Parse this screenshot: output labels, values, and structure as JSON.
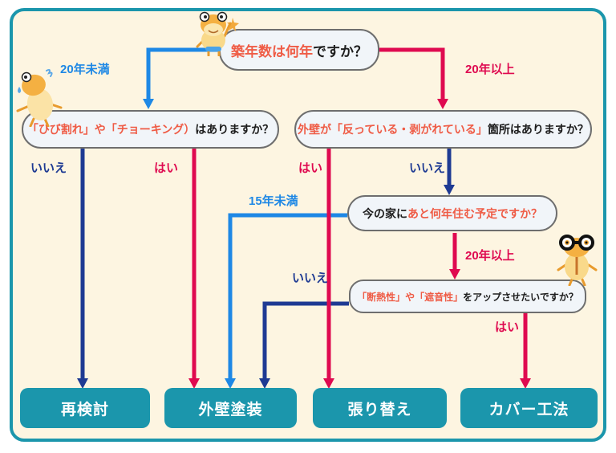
{
  "colors": {
    "frame_teal": "#1b96ac",
    "background_cream": "#fdf5e1",
    "line_red": "#df0a50",
    "line_blue": "#1e88e5",
    "line_navy": "#1e3a93",
    "question_highlight": "#ef5c46",
    "result_box_teal": "#1b96ac"
  },
  "questions": {
    "age": {
      "highlight": "築年数は何年",
      "rest": "ですか？"
    },
    "crack": {
      "highlight": "「ひび割れ」や「チョーキング）",
      "rest": "はありますか？"
    },
    "warp": {
      "highlight": "外壁が「反っている・剥がれている」",
      "rest": "箇所はありますか？"
    },
    "live": {
      "prefix": "今の家に",
      "highlight": "あと何年住む予定ですか？"
    },
    "upgrade": {
      "highlight": "「断熱性」や「遮音性」",
      "rest": "をアップさせたいですか？"
    }
  },
  "branch_labels": {
    "age_under20": "20年未満",
    "age_over20": "20年以上",
    "crack_no": "いいえ",
    "crack_yes": "はい",
    "warp_yes": "はい",
    "warp_no": "いいえ",
    "live_under15": "15年未満",
    "live_over20": "20年以上",
    "upgrade_no": "いいえ",
    "upgrade_yes": "はい"
  },
  "results": {
    "reconsider": "再検討",
    "painting": "外壁塗装",
    "replace": "張り替え",
    "cover": "カバー工法"
  },
  "mascots": {
    "top": "frog-mascot",
    "left": "worried-frog-mascot",
    "right": "glasses-frog-mascot"
  }
}
